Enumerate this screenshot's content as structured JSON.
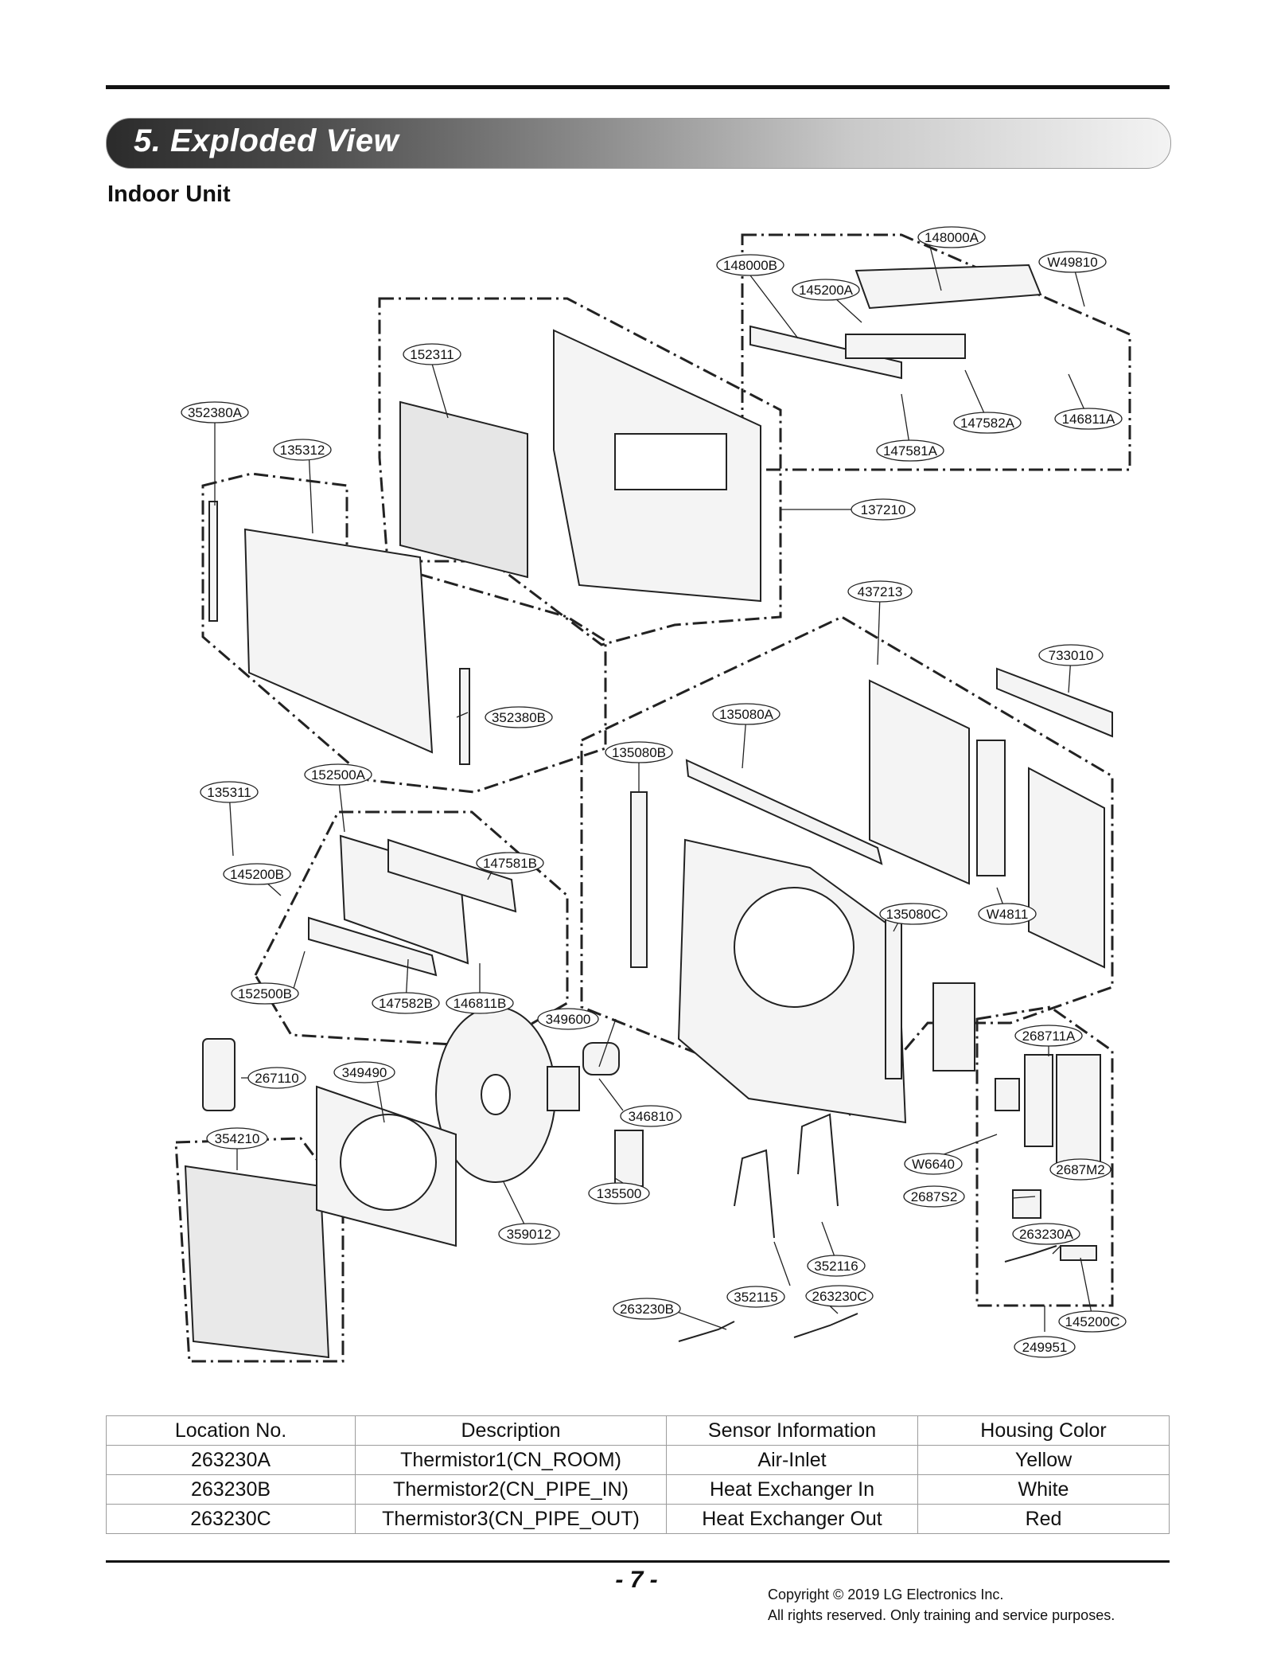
{
  "section": {
    "title": "5. Exploded View"
  },
  "subtitle": "Indoor Unit",
  "callouts": {
    "c148000A": "148000A",
    "c148000B": "148000B",
    "cW49810": "W49810",
    "c145200A": "145200A",
    "c147582A": "147582A",
    "c146811A": "146811A",
    "c147581A": "147581A",
    "c152311": "152311",
    "c352380A": "352380A",
    "c135312": "135312",
    "c137210": "137210",
    "c437213": "437213",
    "c733010": "733010",
    "c352380B": "352380B",
    "c135080A": "135080A",
    "c135080B": "135080B",
    "c152500A": "152500A",
    "c135311": "135311",
    "c147581B": "147581B",
    "c145200B": "145200B",
    "c135080C": "135080C",
    "cW4811": "W4811",
    "c152500B": "152500B",
    "c147582B": "147582B",
    "c146811B": "146811B",
    "c349600": "349600",
    "c268711A": "268711A",
    "c267110": "267110",
    "c349490": "349490",
    "c346810": "346810",
    "c354210": "354210",
    "cW6640": "W6640",
    "c2687M2": "2687M2",
    "c135500": "135500",
    "c2687S2": "2687S2",
    "c359012": "359012",
    "c263230A": "263230A",
    "c352116": "352116",
    "c352115": "352115",
    "c263230C": "263230C",
    "c263230B": "263230B",
    "c145200C": "145200C",
    "c249951": "249951"
  },
  "table": {
    "headers": [
      "Location No.",
      "Description",
      "Sensor Information",
      "Housing Color"
    ],
    "rows": [
      [
        "263230A",
        "Thermistor1(CN_ROOM)",
        "Air-Inlet",
        "Yellow"
      ],
      [
        "263230B",
        "Thermistor2(CN_PIPE_IN)",
        "Heat Exchanger In",
        "White"
      ],
      [
        "263230C",
        "Thermistor3(CN_PIPE_OUT)",
        "Heat Exchanger Out",
        "Red"
      ]
    ]
  },
  "footer": {
    "page_number": "- 7 -",
    "copyright_line1": "Copyright © 2019 LG Electronics Inc.",
    "copyright_line2": "All rights reserved. Only training and service purposes."
  }
}
